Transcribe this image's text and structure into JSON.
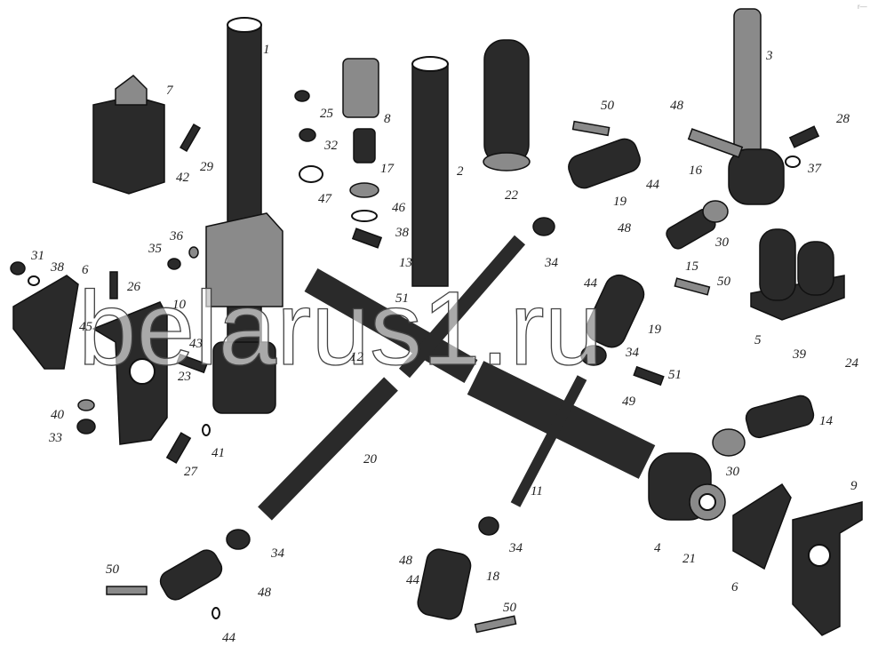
{
  "diagram": {
    "title_watermark": "belarus1.ru",
    "corner_mark": "r—",
    "labels": [
      "1",
      "7",
      "25",
      "8",
      "2",
      "22",
      "50",
      "48",
      "3",
      "28",
      "32",
      "17",
      "42",
      "29",
      "47",
      "46",
      "38",
      "13",
      "19",
      "44",
      "16",
      "37",
      "36",
      "35",
      "31",
      "38",
      "6",
      "26",
      "10",
      "45",
      "43",
      "23",
      "34",
      "48",
      "30",
      "15",
      "50",
      "44",
      "51",
      "5",
      "19",
      "12",
      "34",
      "39",
      "24",
      "51",
      "49",
      "14",
      "40",
      "33",
      "41",
      "27",
      "20",
      "11",
      "30",
      "9",
      "4",
      "21",
      "6",
      "34",
      "34",
      "48",
      "18",
      "44",
      "50",
      "48",
      "44",
      "50"
    ]
  }
}
